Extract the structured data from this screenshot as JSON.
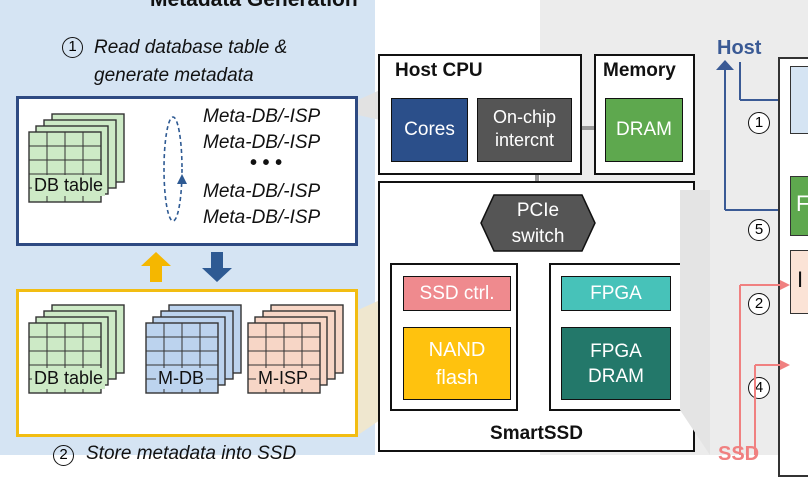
{
  "section_title": "Metadata Generation",
  "step1": {
    "number": "1",
    "text_line1": "Read database table &",
    "text_line2": "generate metadata"
  },
  "step2": {
    "number": "2",
    "text": "Store metadata into SSD"
  },
  "top_box": {
    "stack_label": "DB table",
    "meta_lines": [
      "Meta-DB/-ISP",
      "Meta-DB/-ISP",
      "• • •",
      "Meta-DB/-ISP",
      "Meta-DB/-ISP"
    ]
  },
  "bottom_box": {
    "stacks": [
      "DB table",
      "M-DB",
      "M-ISP"
    ]
  },
  "host_cpu": {
    "title": "Host CPU",
    "cores": "Cores",
    "interconnect_line1": "On-chip",
    "interconnect_line2": "intercnt"
  },
  "memory": {
    "title": "Memory",
    "dram": "DRAM"
  },
  "pcie": {
    "line1": "PCIe",
    "line2": "switch"
  },
  "smartssd": {
    "title": "SmartSSD",
    "ssd_ctrl": "SSD ctrl.",
    "nand_line1": "NAND",
    "nand_line2": "flash",
    "fpga": "FPGA",
    "fpga_dram_line1": "FPGA",
    "fpga_dram_line2": "DRAM"
  },
  "right_panel": {
    "host_label": "Host",
    "ssd_label": "SSD",
    "steps": [
      "1",
      "5",
      "2",
      "4"
    ],
    "block_letters": [
      "F",
      "I"
    ]
  },
  "colors": {
    "left_bg": "#d5e4f3",
    "right_bg": "#ececec",
    "top_box_border": "#2e4a82",
    "bottom_box_border": "#f2bd12",
    "up_arrow": "#f5b700",
    "down_arrow": "#2e5a93",
    "cores": "#2b4f8a",
    "interconnect": "#555555",
    "dram": "#5ea84e",
    "ssd_ctrl": "#ef8a8e",
    "nand": "#ffc20e",
    "fpga": "#47c2b9",
    "fpga_dram": "#23786a",
    "pcie": "#555555",
    "host_blue": "#3a5a95",
    "ssd_red": "#f08080"
  }
}
